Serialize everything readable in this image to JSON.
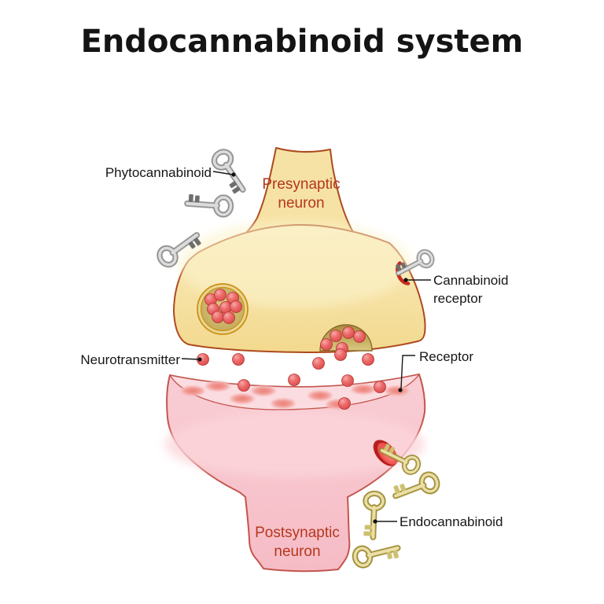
{
  "title": "Endocannabinoid system",
  "labels": {
    "phytocannabinoid": "Phytocannabinoid",
    "presynaptic_neuron": {
      "line1": "Presynaptic",
      "line2": "neuron"
    },
    "cannabinoid_receptor": {
      "line1": "Cannabinoid",
      "line2": "receptor"
    },
    "neurotransmitter": "Neurotransmitter",
    "receptor": "Receptor",
    "endocannabinoid": "Endocannabinoid",
    "postsynaptic_neuron": {
      "line1": "Postsynaptic",
      "line2": "neuron"
    }
  },
  "icons": {
    "phytocannabinoid_key": "silver-key",
    "endocannabinoid_key": "gold-key",
    "neurotransmitter_dot": "red-sphere"
  },
  "colors": {
    "background": "#ffffff",
    "label_text": "#161616",
    "neuron_label_text": "#b5371d",
    "presynaptic_fill": "#f7e3a6",
    "presynaptic_outline": "#ad4a1e",
    "postsynaptic_fill": "#f8c5cd",
    "postsynaptic_outline": "#c4554d",
    "neurotransmitter": "#e96060",
    "vesicle_fill": "#cdb96a",
    "vesicle_ring": "#cc9014",
    "receptor_spot": "#ee8078",
    "receptor_disc": "#e84545",
    "silver_key": "#dcdcdc",
    "gold_key": "#e9dfa8"
  }
}
